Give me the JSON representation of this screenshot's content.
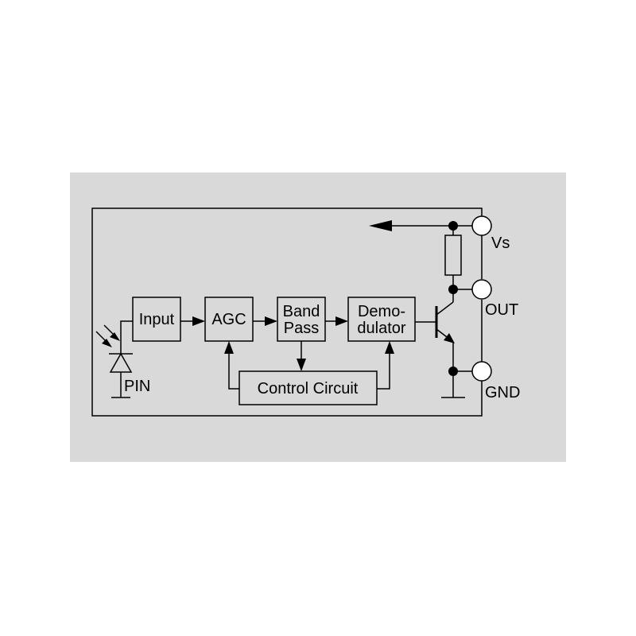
{
  "colors": {
    "panel": "#d9d9d9",
    "line": "#000000",
    "terminal_fill": "#ffffff"
  },
  "blocks": {
    "input": "Input",
    "agc": "AGC",
    "band_pass_1": "Band",
    "band_pass_2": "Pass",
    "demodulator_1": "Demo-",
    "demodulator_2": "dulator",
    "control": "Control Circuit"
  },
  "labels": {
    "pin": "PIN",
    "vs": "Vs",
    "out": "OUT",
    "gnd": "GND"
  },
  "icons": [
    "photodiode-icon",
    "npn-transistor-icon",
    "resistor-icon",
    "ground-icon",
    "terminal-icon"
  ]
}
